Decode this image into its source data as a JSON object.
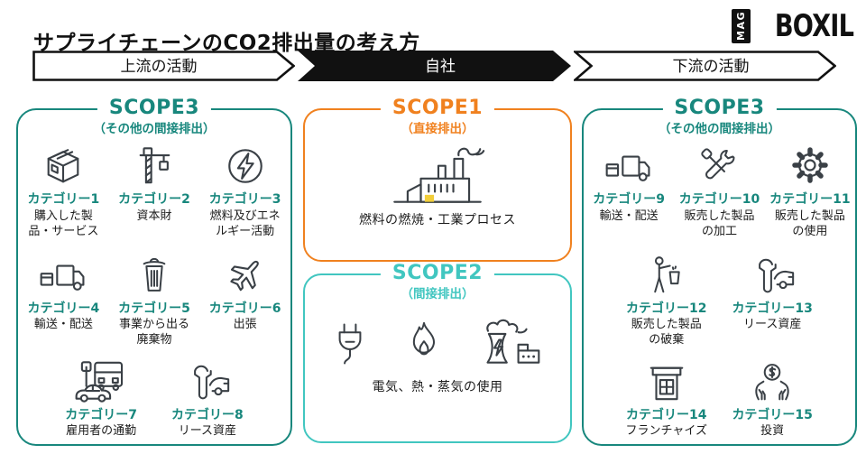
{
  "title": "サプライチェーンのCO2排出量の考え方",
  "logo": {
    "mag": "MAG",
    "boxil": "BOXIL"
  },
  "flow_banner": {
    "upstream": "上流の活動",
    "company": "自社",
    "downstream": "下流の活動"
  },
  "colors": {
    "teal": "#18877d",
    "cyan": "#41c6c0",
    "orange": "#f0811f",
    "ink": "#1c1c1c",
    "icon_stroke": "#3a4046",
    "door_yellow": "#f2ce3a"
  },
  "scope3_upstream": {
    "title": "SCOPE3",
    "subtitle": "（その他の間接排出）",
    "categories": [
      {
        "name": "カテゴリー1",
        "desc": "購入した製\n品・サービス",
        "icon": "package-icon"
      },
      {
        "name": "カテゴリー2",
        "desc": "資本財",
        "icon": "crane-icon"
      },
      {
        "name": "カテゴリー3",
        "desc": "燃料及びエネ\nルギー活動",
        "icon": "energy-icon"
      },
      {
        "name": "カテゴリー4",
        "desc": "輸送・配送",
        "icon": "truck-icon"
      },
      {
        "name": "カテゴリー5",
        "desc": "事業から出る\n廃棄物",
        "icon": "trash-icon"
      },
      {
        "name": "カテゴリー6",
        "desc": "出張",
        "icon": "airplane-icon"
      },
      {
        "name": "カテゴリー7",
        "desc": "雇用者の通勤",
        "icon": "car-bus-icon"
      },
      {
        "name": "カテゴリー8",
        "desc": "リース資産",
        "icon": "wrench-car-icon"
      }
    ]
  },
  "scope1": {
    "title": "SCOPE1",
    "subtitle": "（直接排出）",
    "caption": "燃料の燃焼・工業プロセス",
    "icon": "factory-icon"
  },
  "scope2": {
    "title": "SCOPE2",
    "subtitle": "（間接排出）",
    "caption": "電気、熱・蒸気の使用",
    "icons": [
      "plug-icon",
      "flame-icon",
      "power-plant-icon"
    ]
  },
  "scope3_downstream": {
    "title": "SCOPE3",
    "subtitle": "（その他の間接排出）",
    "categories": [
      {
        "name": "カテゴリー9",
        "desc": "輸送・配送",
        "icon": "truck-icon"
      },
      {
        "name": "カテゴリー10",
        "desc": "販売した製品\nの加工",
        "icon": "tools-icon"
      },
      {
        "name": "カテゴリー11",
        "desc": "販売した製品\nの使用",
        "icon": "gear-icon"
      },
      {
        "name": "カテゴリー12",
        "desc": "販売した製品\nの破棄",
        "icon": "disposal-icon"
      },
      {
        "name": "カテゴリー13",
        "desc": "リース資産",
        "icon": "wrench-car-icon"
      },
      {
        "name": "カテゴリー14",
        "desc": "フランチャイズ",
        "icon": "store-icon"
      },
      {
        "name": "カテゴリー15",
        "desc": "投資",
        "icon": "investment-icon"
      }
    ]
  }
}
